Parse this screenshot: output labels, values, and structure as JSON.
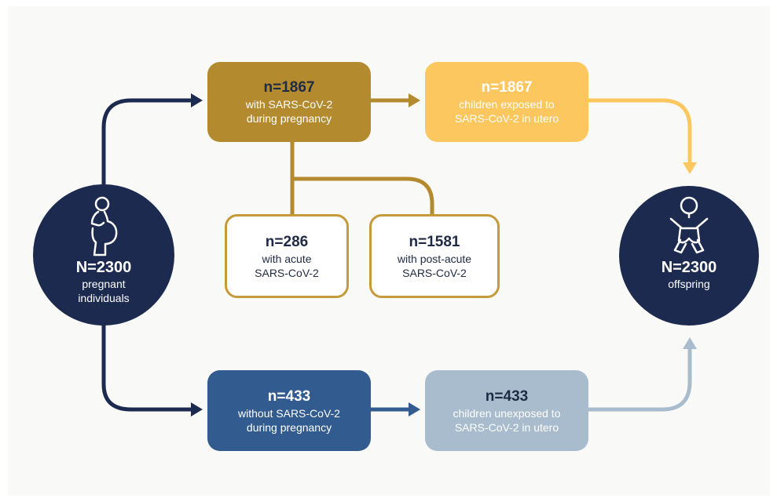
{
  "source_node": {
    "count": "N=2300",
    "label_line1": "pregnant",
    "label_line2": "individuals",
    "icon": "pregnant-person-icon"
  },
  "exposed_group": {
    "count": "n=1867",
    "label_line1": "with SARS-CoV-2",
    "label_line2": "during pregnancy"
  },
  "acute_subgroup": {
    "count": "n=286",
    "label_line1": "with acute",
    "label_line2": "SARS-CoV-2"
  },
  "postacute_subgroup": {
    "count": "n=1581",
    "label_line1": "with post-acute",
    "label_line2": "SARS-CoV-2"
  },
  "exposed_children": {
    "count": "n=1867",
    "label_line1": "children exposed to",
    "label_line2": "SARS-CoV-2 in utero"
  },
  "unexposed_group": {
    "count": "n=433",
    "label_line1": "without SARS-CoV-2",
    "label_line2": "during pregnancy"
  },
  "unexposed_children": {
    "count": "n=433",
    "label_line1": "children unexposed to",
    "label_line2": "SARS-CoV-2 in utero"
  },
  "offspring_node": {
    "count": "N=2300",
    "label_line1": "offspring",
    "icon": "baby-icon"
  },
  "colors": {
    "navy": "#1b2a4e",
    "gold": "#b38b2e",
    "gold_outline": "#c49a3a",
    "yellow": "#fdc75f",
    "blue": "#325b8f",
    "light_blue": "#a9bccd",
    "background": "#f9f9f8"
  }
}
